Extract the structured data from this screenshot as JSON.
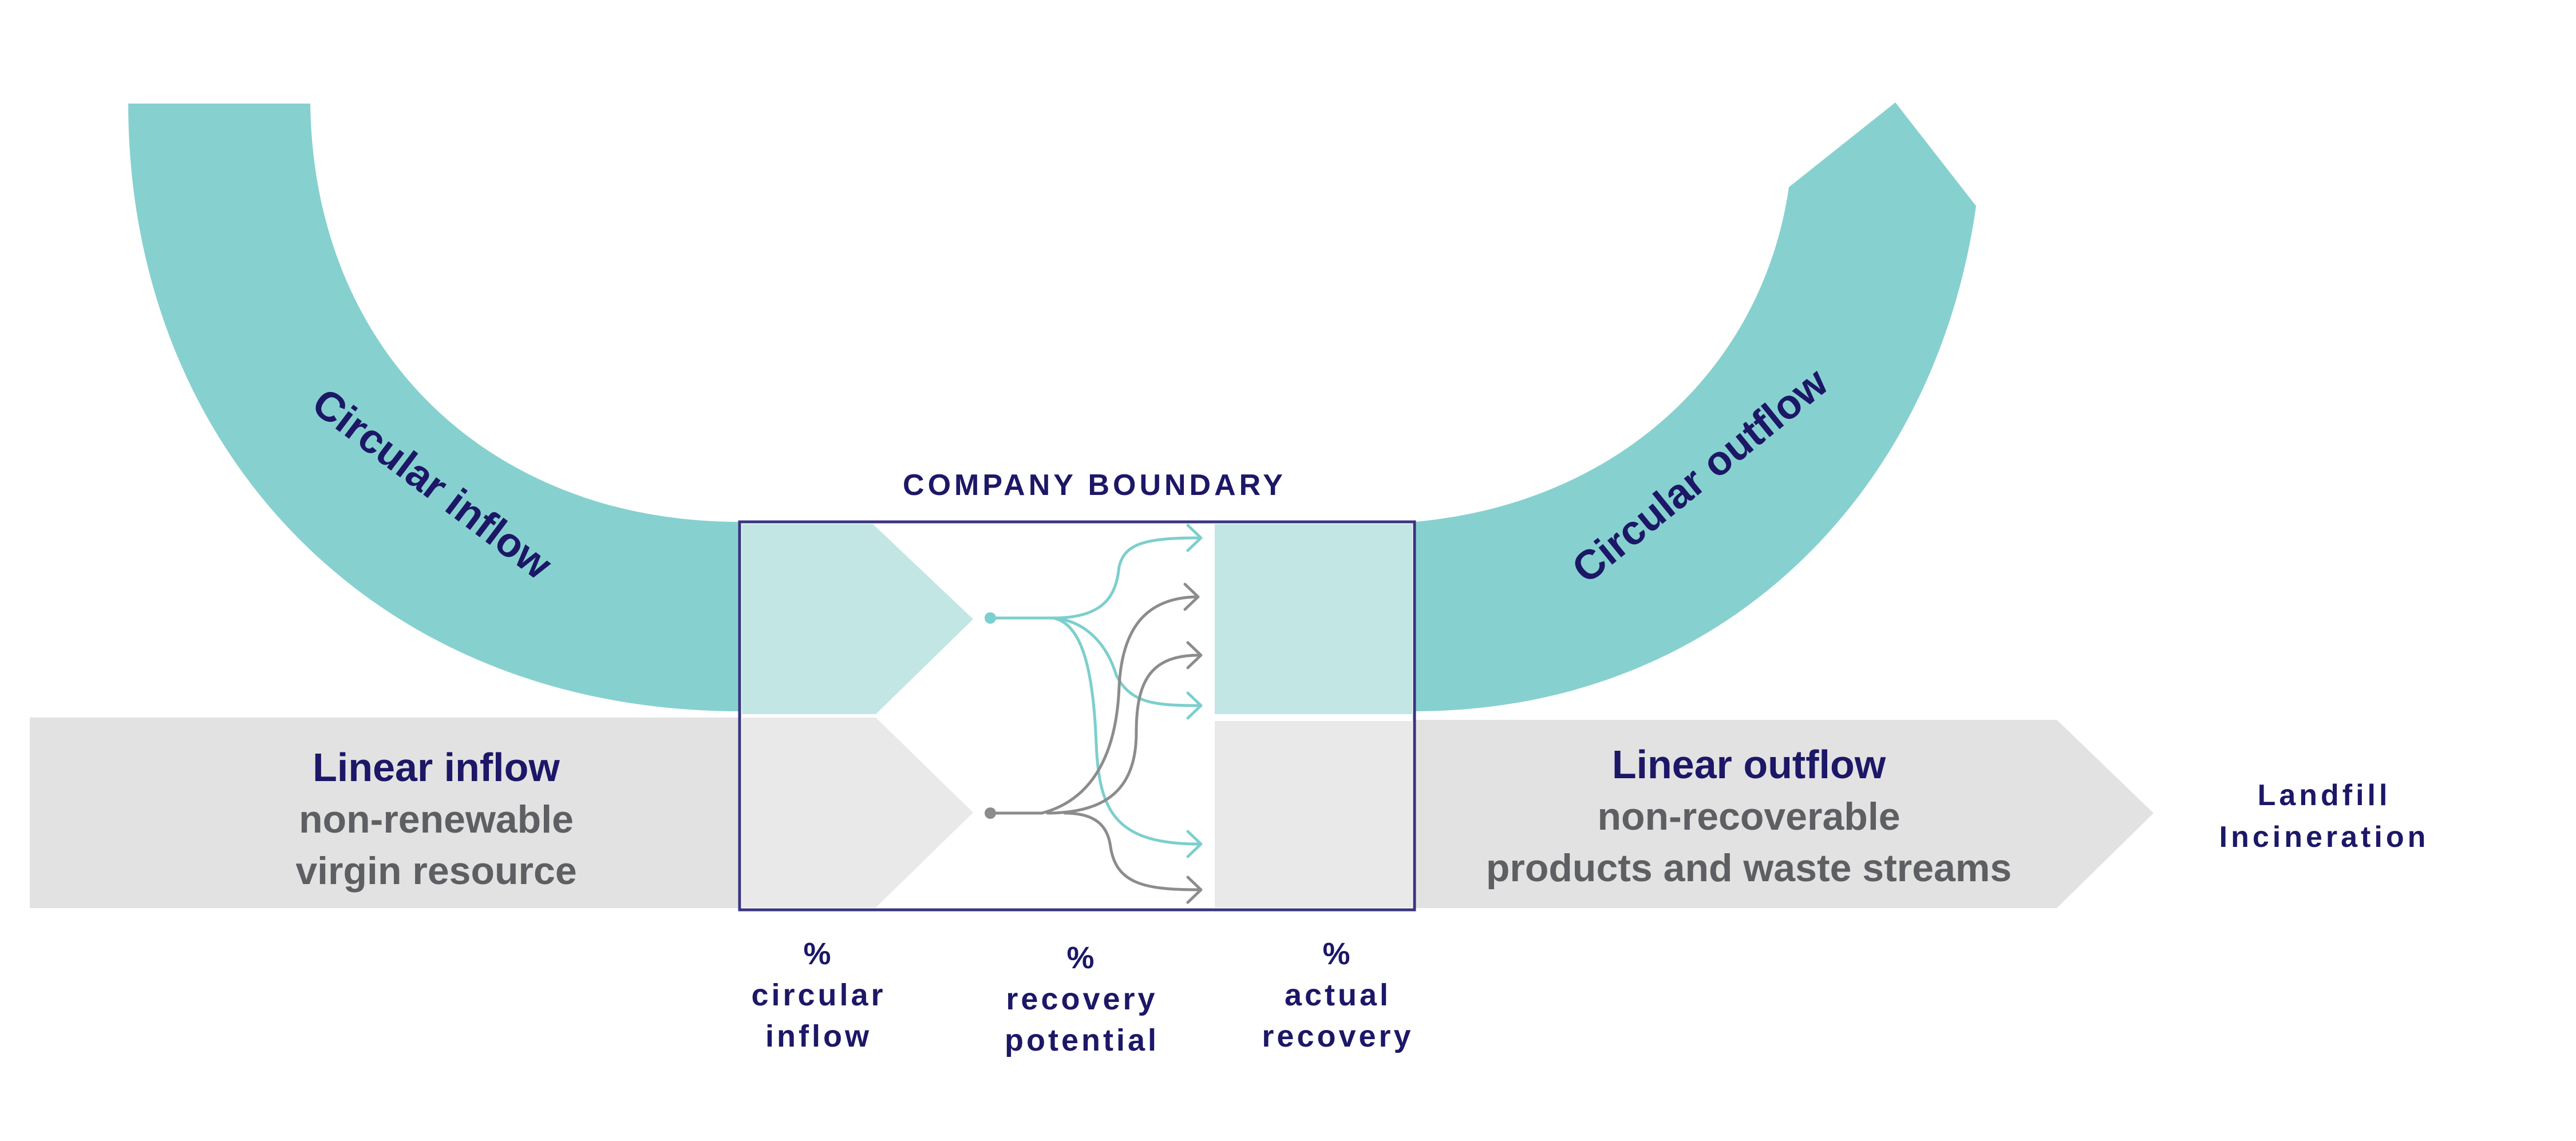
{
  "diagram": {
    "boundary_label": "COMPANY BOUNDARY",
    "circular_inflow": {
      "label": "Circular inflow"
    },
    "circular_outflow": {
      "label": "Circular outflow"
    },
    "linear_inflow": {
      "title": "Linear inflow",
      "lines": [
        "non-renewable",
        "virgin resource"
      ]
    },
    "linear_outflow": {
      "title": "Linear outflow",
      "lines": [
        "non-recoverable",
        "products and waste streams"
      ]
    },
    "destinations": [
      "Landfill",
      "Incineration"
    ],
    "metrics": [
      {
        "symbol": "%",
        "lines": [
          "circular",
          "inflow"
        ]
      },
      {
        "symbol": "%",
        "lines": [
          "recovery",
          "potential"
        ]
      },
      {
        "symbol": "%",
        "lines": [
          "actual",
          "recovery"
        ]
      }
    ],
    "colors": {
      "circular": "#86d1cf",
      "circular_light": "#c2e6e4",
      "linear": "#e2e2e2",
      "linear_light": "#e9e9e9",
      "boundary": "#3a3580",
      "navy_text": "#1c1766",
      "gray_text": "#5e5f63",
      "flow_teal": "#7ccfcd",
      "flow_gray": "#8c8c8c"
    }
  }
}
